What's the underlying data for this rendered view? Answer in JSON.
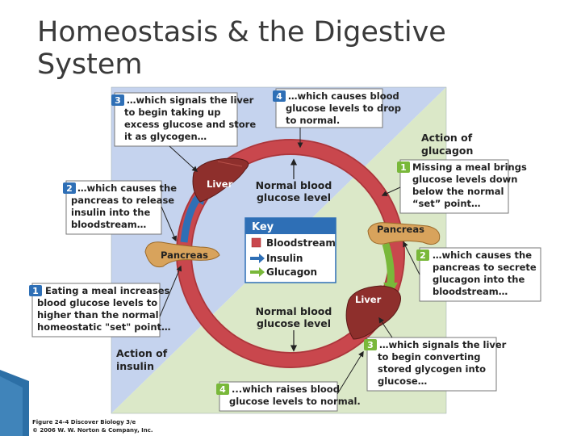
{
  "title": {
    "line1": "Homeostasis & the Digestive",
    "line2": "System"
  },
  "colors": {
    "insulin_bg": "#c5d3ee",
    "glucagon_bg": "#dbe8c8",
    "bloodstream": "#c9474d",
    "insulin": "#2e6fb6",
    "glucagon": "#79b83a",
    "key_header": "#2e6fb6"
  },
  "labels": {
    "normal_top": [
      "Normal blood",
      "glucose level"
    ],
    "normal_bottom": [
      "Normal blood",
      "glucose level"
    ],
    "action_glucagon": [
      "Action of",
      "glucagon"
    ],
    "action_insulin": [
      "Action of",
      "insulin"
    ],
    "liver_left": "Liver",
    "liver_right": "Liver",
    "pancreas_left": "Pancreas",
    "pancreas_right": "Pancreas"
  },
  "key": {
    "title": "Key",
    "items": [
      {
        "label": "Bloodstream",
        "icon": "red-square-icon"
      },
      {
        "label": "Insulin",
        "icon": "blue-arrow-icon"
      },
      {
        "label": "Glucagon",
        "icon": "green-arrow-icon"
      }
    ]
  },
  "insulin_steps": [
    {
      "num": "1",
      "lines": [
        "Eating a meal increases",
        "blood glucose levels to",
        "higher than the normal",
        "homeostatic \"set\" point…"
      ]
    },
    {
      "num": "2",
      "lines": [
        "…which causes the",
        "pancreas to release",
        "insulin into the",
        "bloodstream…"
      ]
    },
    {
      "num": "3",
      "lines": [
        "…which signals the liver",
        "to begin taking up",
        "excess glucose and store",
        "it as glycogen…"
      ]
    },
    {
      "num": "4",
      "lines": [
        "…which causes blood",
        "glucose levels to drop",
        "to normal."
      ]
    }
  ],
  "glucagon_steps": [
    {
      "num": "1",
      "lines": [
        "Missing a meal brings",
        "glucose levels down",
        "below the normal",
        "“set” point…"
      ]
    },
    {
      "num": "2",
      "lines": [
        "…which causes the",
        "pancreas to secrete",
        "glucagon into the",
        "bloodstream…"
      ]
    },
    {
      "num": "3",
      "lines": [
        "…which signals the liver",
        "to begin converting",
        "stored glycogen into",
        "glucose…"
      ]
    },
    {
      "num": "4",
      "lines": [
        "...which raises blood",
        "glucose levels to normal."
      ]
    }
  ],
  "credit": [
    "Figure 24-4 Discover Biology 3/e",
    "© 2006 W. W. Norton & Company, Inc."
  ]
}
